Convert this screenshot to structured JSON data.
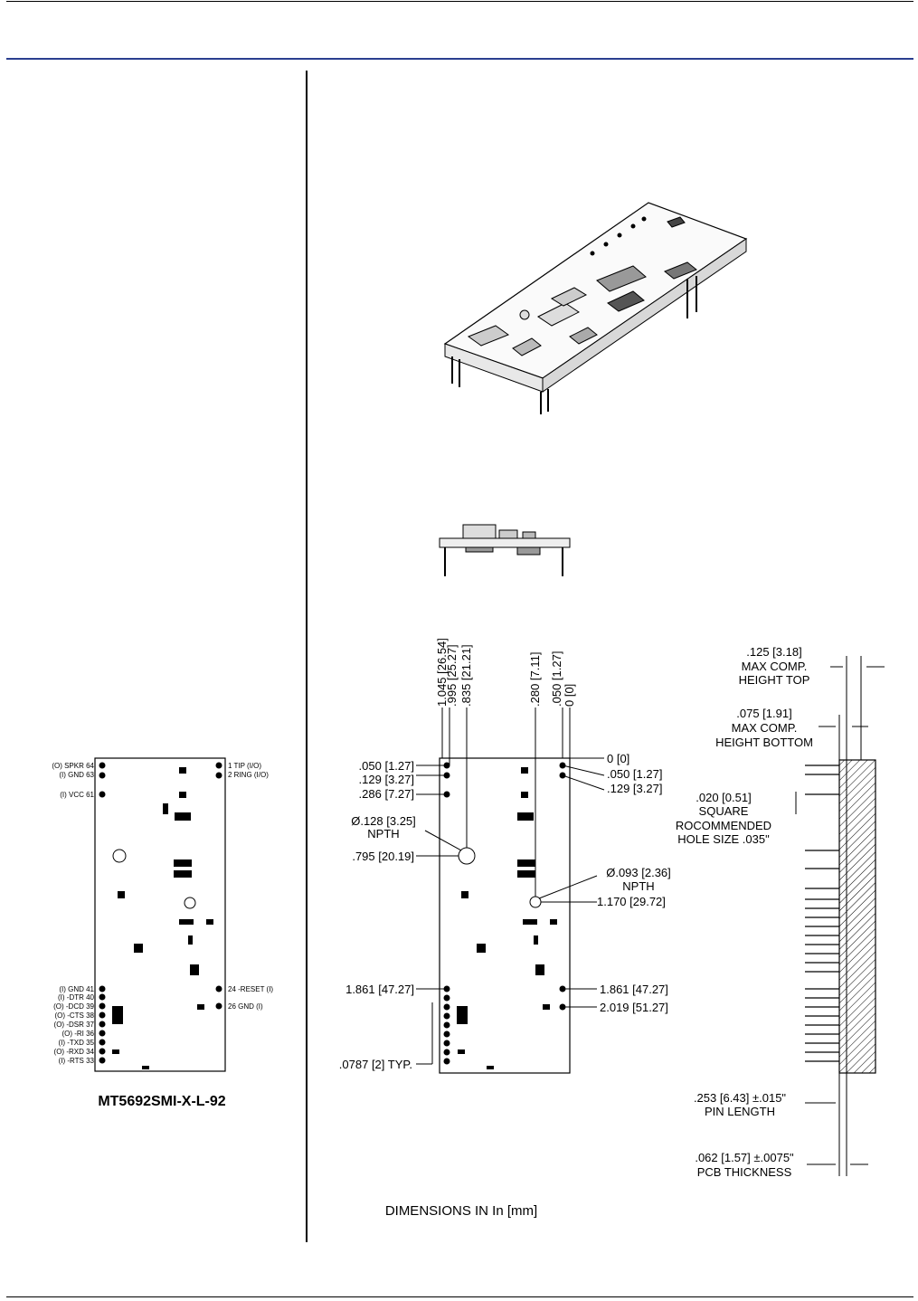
{
  "model_caption": "MT5692SMI-X-L-92",
  "units_note": "DIMENSIONS IN In [mm]",
  "pinout": {
    "left_top": [
      "(O) SPKR 64",
      "(I) GND 63",
      "(I) VCC 61"
    ],
    "left_bottom": [
      "(I) GND 41",
      "(I) -DTR 40",
      "(O) -DCD 39",
      "(O) -CTS 38",
      "(O) -DSR 37",
      "(O) -RI 36",
      "(I) -TXD 35",
      "(O) -RXD 34",
      "(I) -RTS 33"
    ],
    "right_top": [
      "1 TIP (I/O)",
      "2 RING (I/O)"
    ],
    "right_bottom": [
      "24 -RESET (I)",
      "26 GND (I)"
    ]
  },
  "vertical_dims": [
    "1.045 [26.54]",
    ".995 [25.27]",
    ".835 [21.21]",
    ".280 [7.11]",
    ".050 [1.27]",
    "0 [0]"
  ],
  "left_dims": [
    ".050 [1.27]",
    ".129 [3.27]",
    ".286 [7.27]",
    ".795 [20.19]",
    "1.861 [47.27]",
    ".0787 [2] TYP."
  ],
  "hole1": {
    "diameter": "Ø.128 [3.25]",
    "type": "NPTH"
  },
  "hole2": {
    "diameter": "Ø.093 [2.36]",
    "type": "NPTH",
    "offset": "1.170 [29.72]"
  },
  "right_dims": [
    "0 [0]",
    ".050 [1.27]",
    ".129 [3.27]",
    "1.861 [47.27]",
    "2.019 [51.27]"
  ],
  "side_view": {
    "max_top": [
      ".125 [3.18]",
      "MAX COMP.",
      "HEIGHT TOP"
    ],
    "max_bottom": [
      ".075 [1.91]",
      "MAX COMP.",
      "HEIGHT BOTTOM"
    ],
    "hole_size": [
      ".020 [0.51]",
      "SQUARE",
      "ROCOMMENDED",
      "HOLE SIZE .035\""
    ],
    "pin_length": [
      ".253 [6.43]  ±.015\"",
      "PIN LENGTH"
    ],
    "pcb_thickness": [
      ".062 [1.57]  ±.0075\"",
      "PCB THICKNESS"
    ]
  }
}
